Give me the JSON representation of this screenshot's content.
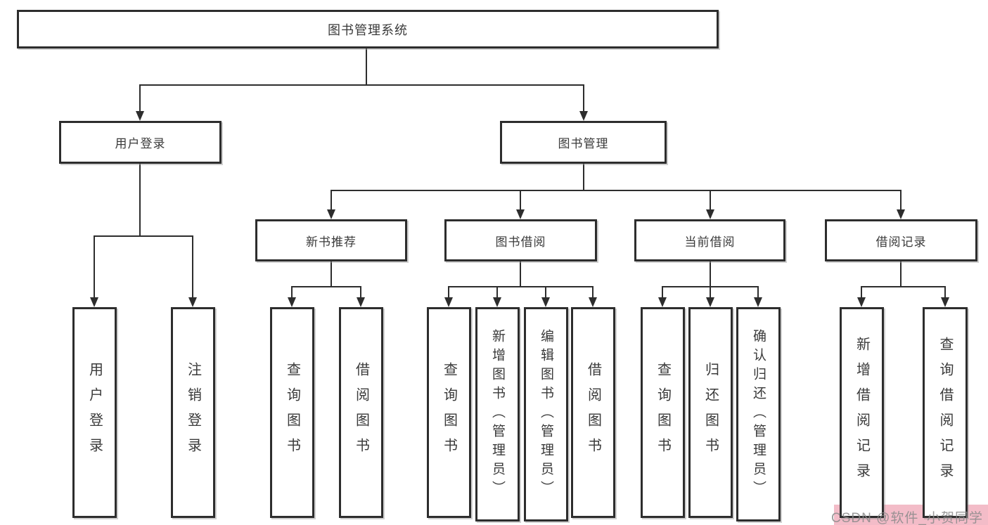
{
  "diagram": {
    "root": {
      "label": "图书管理系统"
    },
    "level2": [
      {
        "label": "用户登录"
      },
      {
        "label": "图书管理"
      }
    ],
    "level3": [
      {
        "label": "新书推荐"
      },
      {
        "label": "图书借阅"
      },
      {
        "label": "当前借阅"
      },
      {
        "label": "借阅记录"
      }
    ],
    "leaves": {
      "login": [
        "用户登录",
        "注销登录"
      ],
      "newbook": [
        "查询图书",
        "借阅图书"
      ],
      "borrow": [
        "查询图书",
        "新增图书（管理员）",
        "编辑图书（管理员）",
        "借阅图书"
      ],
      "current": [
        "查询图书",
        "归还图书",
        "确认归还（管理员）"
      ],
      "record": [
        "新增借阅记录",
        "查询借阅记录"
      ]
    }
  },
  "watermark": {
    "text": "CSDN @软件_小贺同学"
  },
  "colors": {
    "line": "#2d2d2d",
    "box_fill": "#ffffff",
    "text": "#3a3a3a",
    "watermark_bg": "#f3bcc8",
    "watermark_text": "#8a8a8a"
  }
}
